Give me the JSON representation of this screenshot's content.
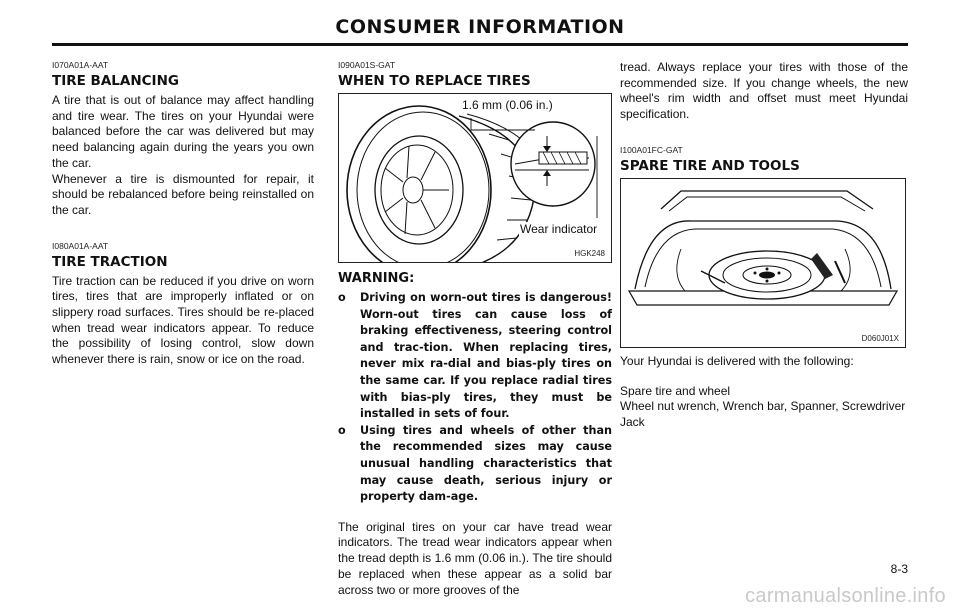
{
  "header": {
    "title": "CONSUMER INFORMATION"
  },
  "col1": {
    "s1": {
      "code": "I070A01A-AAT",
      "title": "TIRE BALANCING",
      "p1": "A tire that is out of balance may affect handling and tire wear. The tires on your Hyundai were balanced before the car was delivered but may need balancing again during the years you own the car.",
      "p2": "Whenever a tire is dismounted for repair, it should be rebalanced before being reinstalled on the car."
    },
    "s2": {
      "code": "I080A01A-AAT",
      "title": "TIRE TRACTION",
      "p1": "Tire traction can be reduced if you drive on worn tires, tires that are improperly inflated or on slippery road surfaces. Tires should be re-placed when tread wear indicators appear. To reduce the possibility of losing control, slow down whenever there is rain, snow or ice on the road."
    }
  },
  "col2": {
    "code": "I090A01S-GAT",
    "title": "WHEN TO REPLACE TIRES",
    "figure": {
      "label_depth": "1.6 mm (0.06 in.)",
      "label_indicator": "Wear indicator",
      "code": "HGK248"
    },
    "warning": {
      "title": "WARNING:",
      "bullet": "o",
      "items": [
        "Driving on worn-out tires is dangerous! Worn-out tires can cause loss of braking effectiveness, steering control and trac-tion. When replacing tires, never mix ra-dial and bias-ply tires on the same car. If you replace radial tires with bias-ply tires, they must be installed in sets of four.",
        "Using tires and wheels of other than the recommended sizes may cause unusual handling characteristics that may cause death, serious injury or property dam-age."
      ]
    },
    "p_after": "The original tires on your car have tread wear indicators. The tread wear indicators appear when the tread depth is 1.6 mm (0.06 in.). The tire should be replaced when these appear as a solid bar across two or more grooves of the"
  },
  "col3": {
    "p_cont": "tread. Always replace your tires with those of the recommended size. If you change wheels, the new wheel's rim width and offset must meet Hyundai specification.",
    "code": "I100A01FC-GAT",
    "title": "SPARE TIRE AND TOOLS",
    "figure": {
      "code": "D060J01X"
    },
    "intro": "Your Hyundai is delivered with the following:",
    "list": [
      "Spare tire and wheel",
      "Wheel nut wrench, Wrench bar, Spanner, Screwdriver",
      "Jack"
    ]
  },
  "footer": {
    "page_number": "8-3",
    "watermark": "carmanualsonline.info"
  }
}
